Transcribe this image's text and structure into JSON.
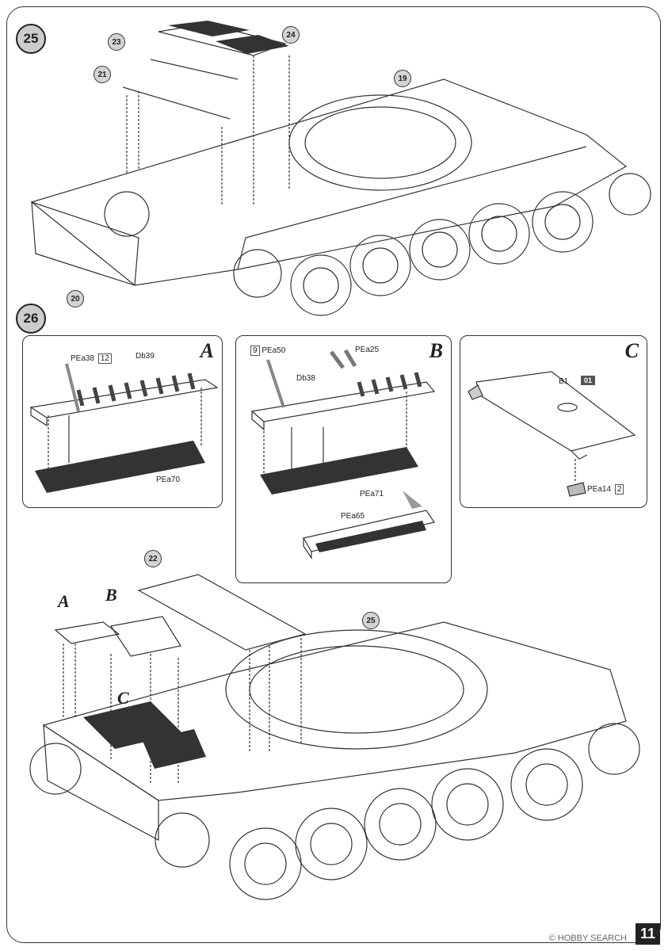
{
  "steps": {
    "step25": {
      "number": "25"
    },
    "step26": {
      "number": "26"
    }
  },
  "callouts": {
    "c23": "23",
    "c24": "24",
    "c21": "21",
    "c19": "19",
    "c20": "20",
    "c22": "22",
    "c25": "25"
  },
  "panelA": {
    "letter": "A",
    "pe38": "PEa38",
    "pe38_qty": "12",
    "db39": "Db39",
    "pe70": "PEa70"
  },
  "panelB": {
    "letter": "B",
    "pe50": "PEa50",
    "pe50_qty": "9",
    "pe25": "PEa25",
    "db38": "Db38",
    "pe71": "PEa71",
    "pe65": "PEa65"
  },
  "panelC": {
    "letter": "C",
    "b1": "B1",
    "b1_tag": "01",
    "pe14": "PEa14",
    "pe14_qty": "2"
  },
  "main_letters": {
    "a": "A",
    "b": "B",
    "c": "C"
  },
  "footer": {
    "page_number": "11",
    "watermark": "© HOBBY SEARCH"
  }
}
